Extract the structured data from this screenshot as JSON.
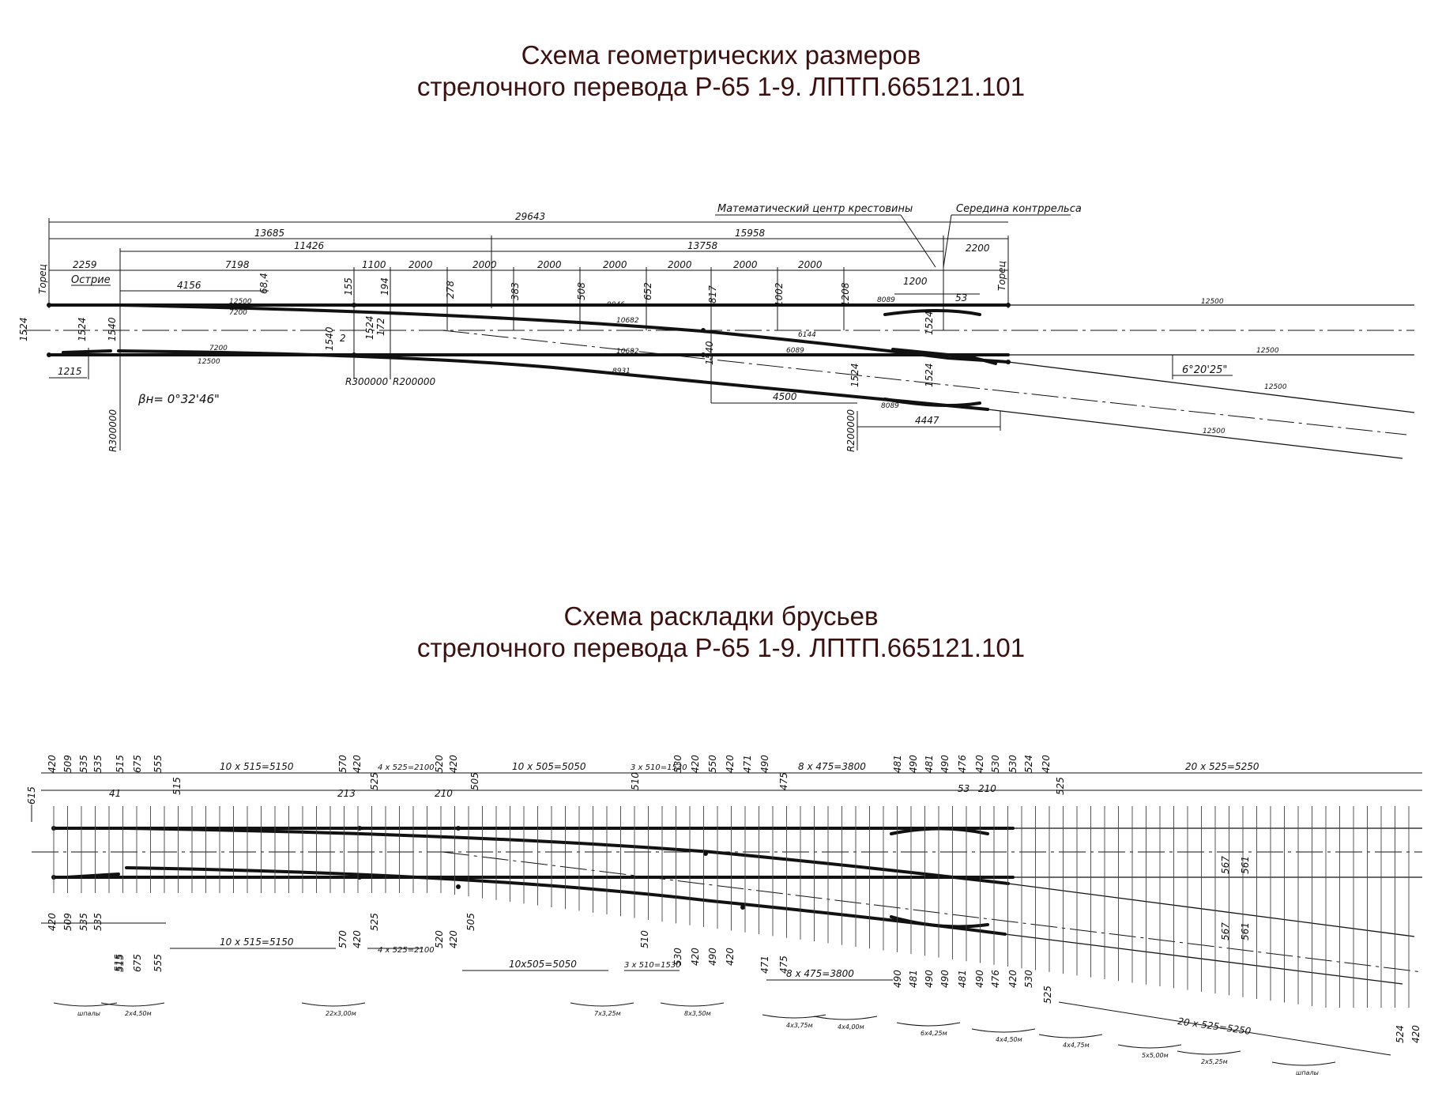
{
  "diagram1": {
    "title_line1": "Схема геометрических размеров",
    "title_line2": "стрелочного перевода Р-65 1-9. ЛПТП.665121.101",
    "labels": {
      "math_center": "Математический центр крестовины",
      "guard_mid": "Середина контррельса",
      "toretz_left": "Торец",
      "toretz_right": "Торец",
      "ostrie": "Острие",
      "beta": "βн= 0°32'46\"",
      "angle": "6°20'25\"",
      "r1": "R300000",
      "r2": "R300000",
      "r3": "R200000",
      "r4": "R200000"
    },
    "top_dims": {
      "total": "29643",
      "d13685": "13685",
      "d15958": "15958",
      "d11426": "11426",
      "d13758": "13758",
      "d2259": "2259",
      "d7198": "7198",
      "d1100": "1100",
      "s1": "2000",
      "s2": "2000",
      "s3": "2000",
      "s4": "2000",
      "s5": "2000",
      "s6": "2000",
      "s7": "2000",
      "d2200": "2200",
      "d4156": "4156",
      "d1200": "1200",
      "d53": "53",
      "d1215": "1215",
      "d4500": "4500",
      "d4447": "4447"
    },
    "ordinates": [
      "68,4",
      "155",
      "194",
      "278",
      "383",
      "508",
      "652",
      "817",
      "1002",
      "1208"
    ],
    "gauges": {
      "g1524a": "1524",
      "g1524b": "1524",
      "g1540a": "1540",
      "g1540b": "1540",
      "g1524c": "1524",
      "g172": "172",
      "g2": "2",
      "g1540c": "1540",
      "g1524d": "1524",
      "g1524e": "1524",
      "g1524f": "1524"
    },
    "rail_lengths": {
      "l12500a": "12500",
      "l7200a": "7200",
      "l7200b": "7200",
      "l12500b": "12500",
      "l9046": "9046",
      "l10682a": "10682",
      "l10682b": "10682",
      "l8931": "8931",
      "l6144": "6144",
      "l6089": "6089",
      "l8089a": "8089",
      "l8089b": "8089",
      "l12500c": "12500",
      "l12500d": "12500",
      "l12500e": "12500",
      "l12500f": "12500"
    }
  },
  "diagram2": {
    "title_line1": "Схема раскладки брусьев",
    "title_line2": "стрелочного перевода Р-65 1-9. ЛПТП.665121.101",
    "top_spacings": [
      "420",
      "509",
      "535",
      "535",
      "515",
      "675",
      "555"
    ],
    "groups_top": {
      "g1": "10 x 515=5150",
      "g2": "4 x 525=2100",
      "g3": "10 x 505=5050",
      "g4": "3 x 510=1530",
      "g5": "8 x 475=3800",
      "g6": "20 x 525=5250"
    },
    "groups_bottom": {
      "g1": "10 x 515=5150",
      "g2": "4 x 525=2100",
      "g3": "10x505=5050",
      "g4": "3 x 510=1530",
      "g5": "8 x 475=3800",
      "g6": "20 x 525=5250"
    },
    "top_misc": [
      "570",
      "420",
      "520",
      "420",
      "530",
      "420",
      "550",
      "420",
      "471",
      "490",
      "481",
      "490",
      "481",
      "490",
      "476",
      "420",
      "530",
      "530",
      "524",
      "420"
    ],
    "side_misc": {
      "m615": "615",
      "m41": "41",
      "m515a": "515",
      "m213": "213",
      "m525a": "525",
      "m210": "210",
      "m505a": "505",
      "m510a": "510",
      "m475a": "475",
      "m525b": "525",
      "m567a": "567",
      "m561a": "561",
      "m567b": "567",
      "m561b": "561",
      "m53": "53",
      "m210b": "210"
    },
    "bottom_misc": [
      "420",
      "509",
      "535",
      "535",
      "515",
      "515",
      "675",
      "555",
      "570",
      "420",
      "525",
      "520",
      "420",
      "505",
      "510",
      "530",
      "420",
      "490",
      "420",
      "471",
      "475",
      "490",
      "481",
      "490",
      "490",
      "481",
      "490",
      "476",
      "420",
      "530",
      "525",
      "524",
      "420"
    ],
    "bottom_groups": [
      "шпалы",
      "2x4,50м",
      "22x3,00м",
      "7x3,25м",
      "8x3,50м",
      "4x3,75м",
      "4x4,00м",
      "6x4,25м",
      "4x4,50м",
      "4x4,75м",
      "5x5,00м",
      "2x5,25м",
      "шпалы"
    ]
  }
}
